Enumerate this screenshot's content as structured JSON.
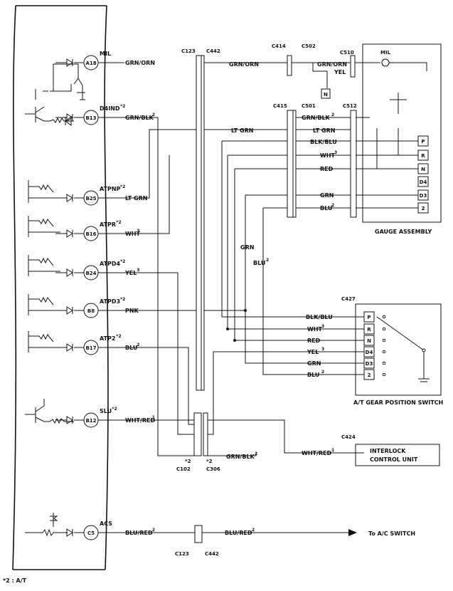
{
  "ecm": {
    "pins": [
      {
        "pin": "A18",
        "signal": "MIL",
        "wire": "GRN/ORN"
      },
      {
        "pin": "B13",
        "signal": "D4IND",
        "mark": "*2",
        "wire": "GRN/BLK",
        "sup": "2"
      },
      {
        "pin": "B25",
        "signal": "ATPNP",
        "mark": "*2",
        "wire": "LT GRN"
      },
      {
        "pin": "B16",
        "signal": "ATPR",
        "mark": "*2",
        "wire": "WHT",
        "sup": "3"
      },
      {
        "pin": "B24",
        "signal": "ATPD4",
        "mark": "*2",
        "wire": "YEL",
        "sup": "3"
      },
      {
        "pin": "B8",
        "signal": "ATPD3",
        "mark": "*2",
        "wire": "PNK"
      },
      {
        "pin": "B17",
        "signal": "ATP2",
        "mark": "*2",
        "wire": "BLU",
        "sup": "2"
      },
      {
        "pin": "B12",
        "signal": "SLU",
        "mark": "*2",
        "wire": "WHT/RED",
        "sup": "1"
      },
      {
        "pin": "C5",
        "signal": "ACS",
        "wire": "BLU/RED",
        "sup": "2"
      }
    ]
  },
  "connectors": {
    "c123": "C123",
    "c442": "C442",
    "c414": "C414",
    "c502": "C502",
    "c510": "C510",
    "c415": "C415",
    "c501": "C501",
    "c512": "C512",
    "c427": "C427",
    "c424": "C424",
    "c102": "C102",
    "c306": "C306",
    "star2": "*2"
  },
  "wires": {
    "grn_orn": "GRN/ORN",
    "yel": "YEL",
    "grn_blk": "GRN/BLK",
    "sup2": "2",
    "lt_grn": "LT GRN",
    "blk_blu": "BLK/BLU",
    "wht": "WHT",
    "sup3": "3",
    "red": "RED",
    "grn": "GRN",
    "blu": "BLU",
    "yel_w": "YEL",
    "wht_red": "WHT/RED",
    "sup1": "1",
    "blu_red": "BLU/RED"
  },
  "gauge": {
    "title": "GAUGE ASSEMBLY",
    "mil": "MIL",
    "n_box": "N",
    "positions": [
      "P",
      "R",
      "N",
      "D4",
      "D3",
      "2"
    ]
  },
  "gear_switch": {
    "title": "A/T GEAR POSITION SWITCH",
    "positions": [
      "P",
      "R",
      "N",
      "D4",
      "D3",
      "2"
    ]
  },
  "interlock": {
    "line1": "INTERLOCK",
    "line2": "CONTROL UNIT"
  },
  "ac_switch": "To A/C SWITCH",
  "footnote": "*2 : A/T"
}
